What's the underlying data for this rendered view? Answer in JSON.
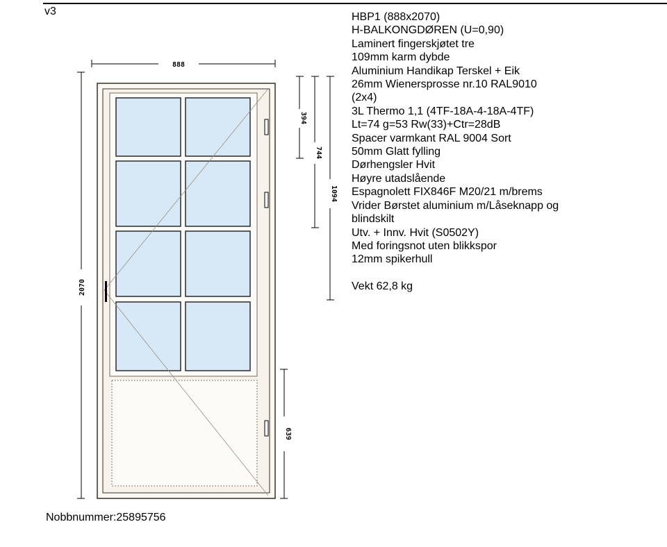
{
  "version_label": "v3",
  "dimensions": {
    "width": "888",
    "height": "2070",
    "top_section": "394",
    "middle_section": "744",
    "upper_total": "1094",
    "lower_panel": "639"
  },
  "spec_lines": [
    "HBP1 (888x2070)",
    "H-BALKONGDØREN (U=0,90)",
    "Laminert fingerskjøtet tre",
    "109mm karm dybde",
    "Aluminium Handikap Terskel + Eik",
    "26mm Wienersprosse nr.10 RAL9010",
    "(2x4)",
    "3L Thermo 1,1 (4TF-18A-4-18A-4TF)",
    "Lt=74 g=53  Rw(33)+Ctr=28dB",
    "Spacer varmkant RAL 9004 Sort",
    "50mm Glatt fylling",
    "Dørhengsler Hvit",
    "Høyre utadslående",
    "Espagnolett FIX846F M20/21 m/brems",
    "Vrider Børstet aluminium m/Låseknapp og",
    "blindskilt",
    "Utv. + Innv. Hvit (S0502Y)",
    "Med foringsnot uten blikkspor",
    "12mm spikerhull"
  ],
  "weight": "Vekt 62,8 kg",
  "nobb": "Nobbnummer:25895756",
  "colors": {
    "glass": "#d7e9f6",
    "frame_fill": "#fbf8f2",
    "frame_stroke": "#3a2e25",
    "line": "#000000"
  }
}
